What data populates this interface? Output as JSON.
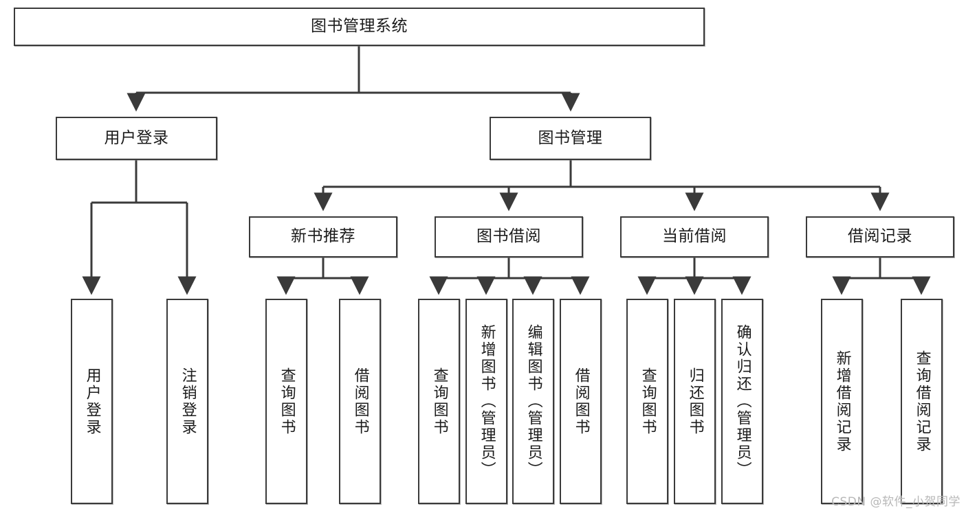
{
  "diagram": {
    "title": "图书管理系统",
    "type": "tree",
    "watermark": "CSDN @软件_小贺同学",
    "colors": {
      "border": "#3a3a3a",
      "background": "#ffffff",
      "text": "#1b1b1b",
      "line": "#3a3a3a",
      "watermark": "#b8b8b8"
    },
    "levels": {
      "root": {
        "label": "图书管理系统"
      },
      "level2": [
        {
          "id": "user-login",
          "label": "用户登录"
        },
        {
          "id": "book-manage",
          "label": "图书管理"
        }
      ],
      "level3": [
        {
          "id": "new-book-recommend",
          "label": "新书推荐",
          "parent": "book-manage"
        },
        {
          "id": "book-borrow",
          "label": "图书借阅",
          "parent": "book-manage"
        },
        {
          "id": "current-borrow",
          "label": "当前借阅",
          "parent": "book-manage"
        },
        {
          "id": "borrow-record",
          "label": "借阅记录",
          "parent": "book-manage"
        }
      ],
      "leaves": [
        {
          "id": "leaf-user-login",
          "label": "用户登录",
          "parent": "user-login"
        },
        {
          "id": "leaf-logout-login",
          "label": "注销登录",
          "parent": "user-login"
        },
        {
          "id": "leaf-query-book-1",
          "label": "查询图书",
          "parent": "new-book-recommend"
        },
        {
          "id": "leaf-borrow-book-1",
          "label": "借阅图书",
          "parent": "new-book-recommend"
        },
        {
          "id": "leaf-query-book-2",
          "label": "查询图书",
          "parent": "book-borrow"
        },
        {
          "id": "leaf-add-book",
          "label": "新增图书（管理员）",
          "parent": "book-borrow"
        },
        {
          "id": "leaf-edit-book",
          "label": "编辑图书（管理员）",
          "parent": "book-borrow"
        },
        {
          "id": "leaf-borrow-book-2",
          "label": "借阅图书",
          "parent": "book-borrow"
        },
        {
          "id": "leaf-query-book-3",
          "label": "查询图书",
          "parent": "current-borrow"
        },
        {
          "id": "leaf-return-book",
          "label": "归还图书",
          "parent": "current-borrow"
        },
        {
          "id": "leaf-confirm-return",
          "label": "确认归还（管理员）",
          "parent": "current-borrow"
        },
        {
          "id": "leaf-add-record",
          "label": "新增借阅记录",
          "parent": "borrow-record"
        },
        {
          "id": "leaf-query-record",
          "label": "查询借阅记录",
          "parent": "borrow-record"
        }
      ]
    }
  }
}
